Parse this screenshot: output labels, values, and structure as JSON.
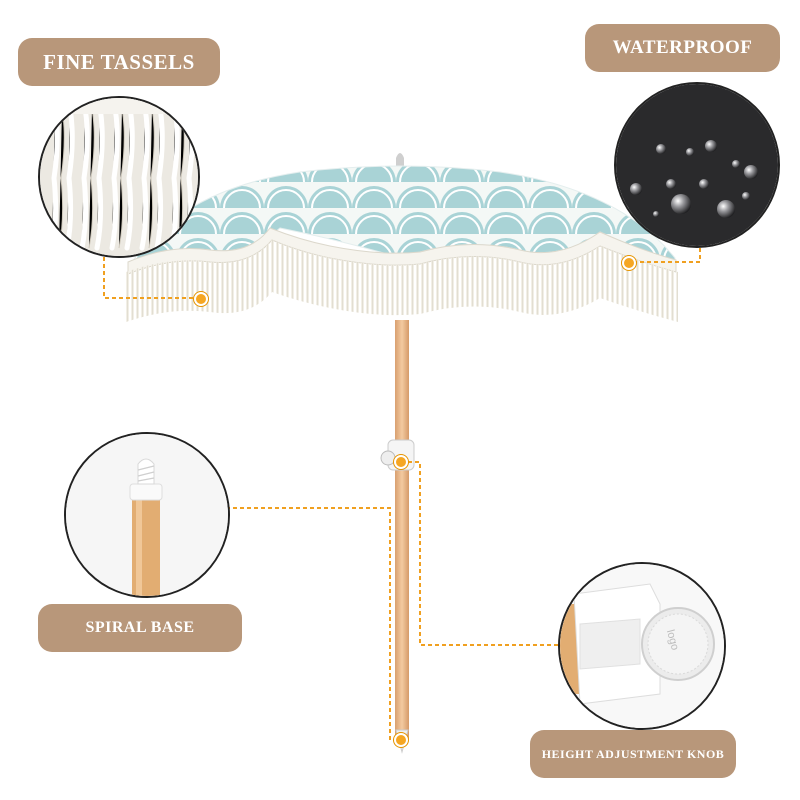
{
  "labels": {
    "fine_tassels": "FINE TASSELS",
    "waterproof": "WATERPROOF",
    "spiral_base": "SPIRAL BASE",
    "height_knob": "HEIGHT ADJUSTMENT KNOB"
  },
  "knob_logo_text": "logo",
  "colors": {
    "label_bg": "#b8977a",
    "label_text": "#ffffff",
    "leader_line": "#f0a020",
    "canopy_blue": "#a9d3d6",
    "canopy_white": "#f4f8f6",
    "pole_wood": "#e8b98a",
    "fabric_dark": "#2a2a2c"
  }
}
